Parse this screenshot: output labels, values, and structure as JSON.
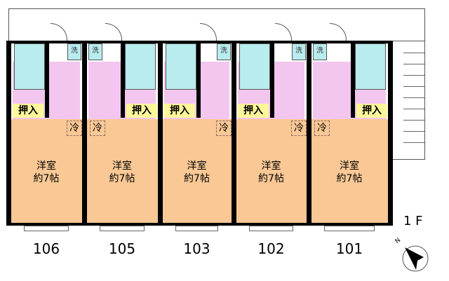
{
  "floor_label": "1 F",
  "compass": {
    "north_label": "N"
  },
  "units": [
    {
      "number": "106",
      "room_type": "洋室",
      "room_size": "約7帖",
      "closet": "押入",
      "fridge": "冷",
      "washer": "洗"
    },
    {
      "number": "105",
      "room_type": "洋室",
      "room_size": "約7帖",
      "closet": "押入",
      "fridge": "冷",
      "washer": "洗"
    },
    {
      "number": "103",
      "room_type": "洋室",
      "room_size": "約7帖",
      "closet": "押入",
      "fridge": "冷",
      "washer": "洗"
    },
    {
      "number": "102",
      "room_type": "洋室",
      "room_size": "約7帖",
      "closet": "押入",
      "fridge": "冷",
      "washer": "洗"
    },
    {
      "number": "101",
      "room_type": "洋室",
      "room_size": "約7帖",
      "closet": "押入",
      "fridge": "冷",
      "washer": "洗"
    }
  ]
}
